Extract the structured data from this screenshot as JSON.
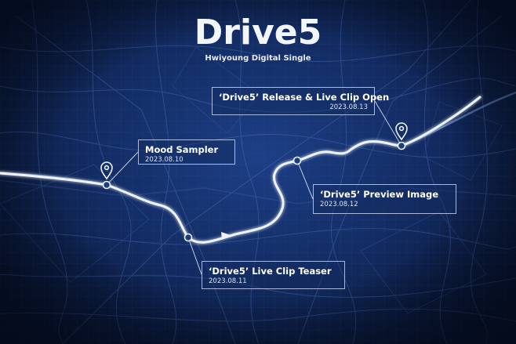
{
  "header": {
    "title": "Drive5",
    "subtitle": "Hwiyoung Digital Single"
  },
  "events": [
    {
      "title": "Mood Sampler",
      "date": "2023.08.10"
    },
    {
      "title": "‘Drive5’ Live Clip Teaser",
      "date": "2023.08.11"
    },
    {
      "title": "‘Drive5’ Preview Image",
      "date": "2023.08.12"
    },
    {
      "title": "‘Drive5’ Release & Live Clip Open",
      "date": "2023.08.13"
    }
  ],
  "icons": {
    "pin": "map-pin-icon",
    "waypoint": "waypoint-dot-icon",
    "arrow": "route-arrow-icon"
  },
  "colors": {
    "background": "#132c63",
    "route": "#eef3fb",
    "text": "#ffffff"
  }
}
